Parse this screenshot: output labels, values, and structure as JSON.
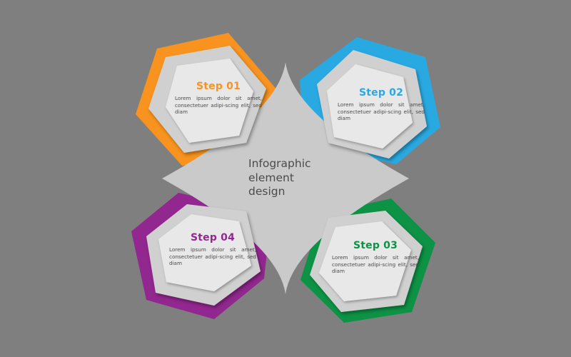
{
  "background_color": "#7f7f7f",
  "center": {
    "title_lines": [
      "Infographic",
      "element",
      "design"
    ],
    "fill_color": "#cacaca"
  },
  "steps": [
    {
      "id": "step-01",
      "title": "Step 01",
      "body": "Lorem ipsum dolor sit amet, consectetuer adipi-scing elit, sed diam",
      "color": "#f7931e",
      "position": "top-left"
    },
    {
      "id": "step-02",
      "title": "Step 02",
      "body": "Lorem ipsum dolor sit amet, consectetuer adipi-scing elit, sed diam",
      "color": "#29a9e1",
      "position": "top-right"
    },
    {
      "id": "step-03",
      "title": "Step 03",
      "body": "Lorem ipsum dolor sit amet, consectetuer adipi-scing elit, sed diam",
      "color": "#0d9345",
      "position": "bottom-right"
    },
    {
      "id": "step-04",
      "title": "Step 04",
      "body": "Lorem ipsum dolor sit amet, consectetuer adipi-scing elit, sed diam",
      "color": "#92278f",
      "position": "bottom-left"
    }
  ]
}
